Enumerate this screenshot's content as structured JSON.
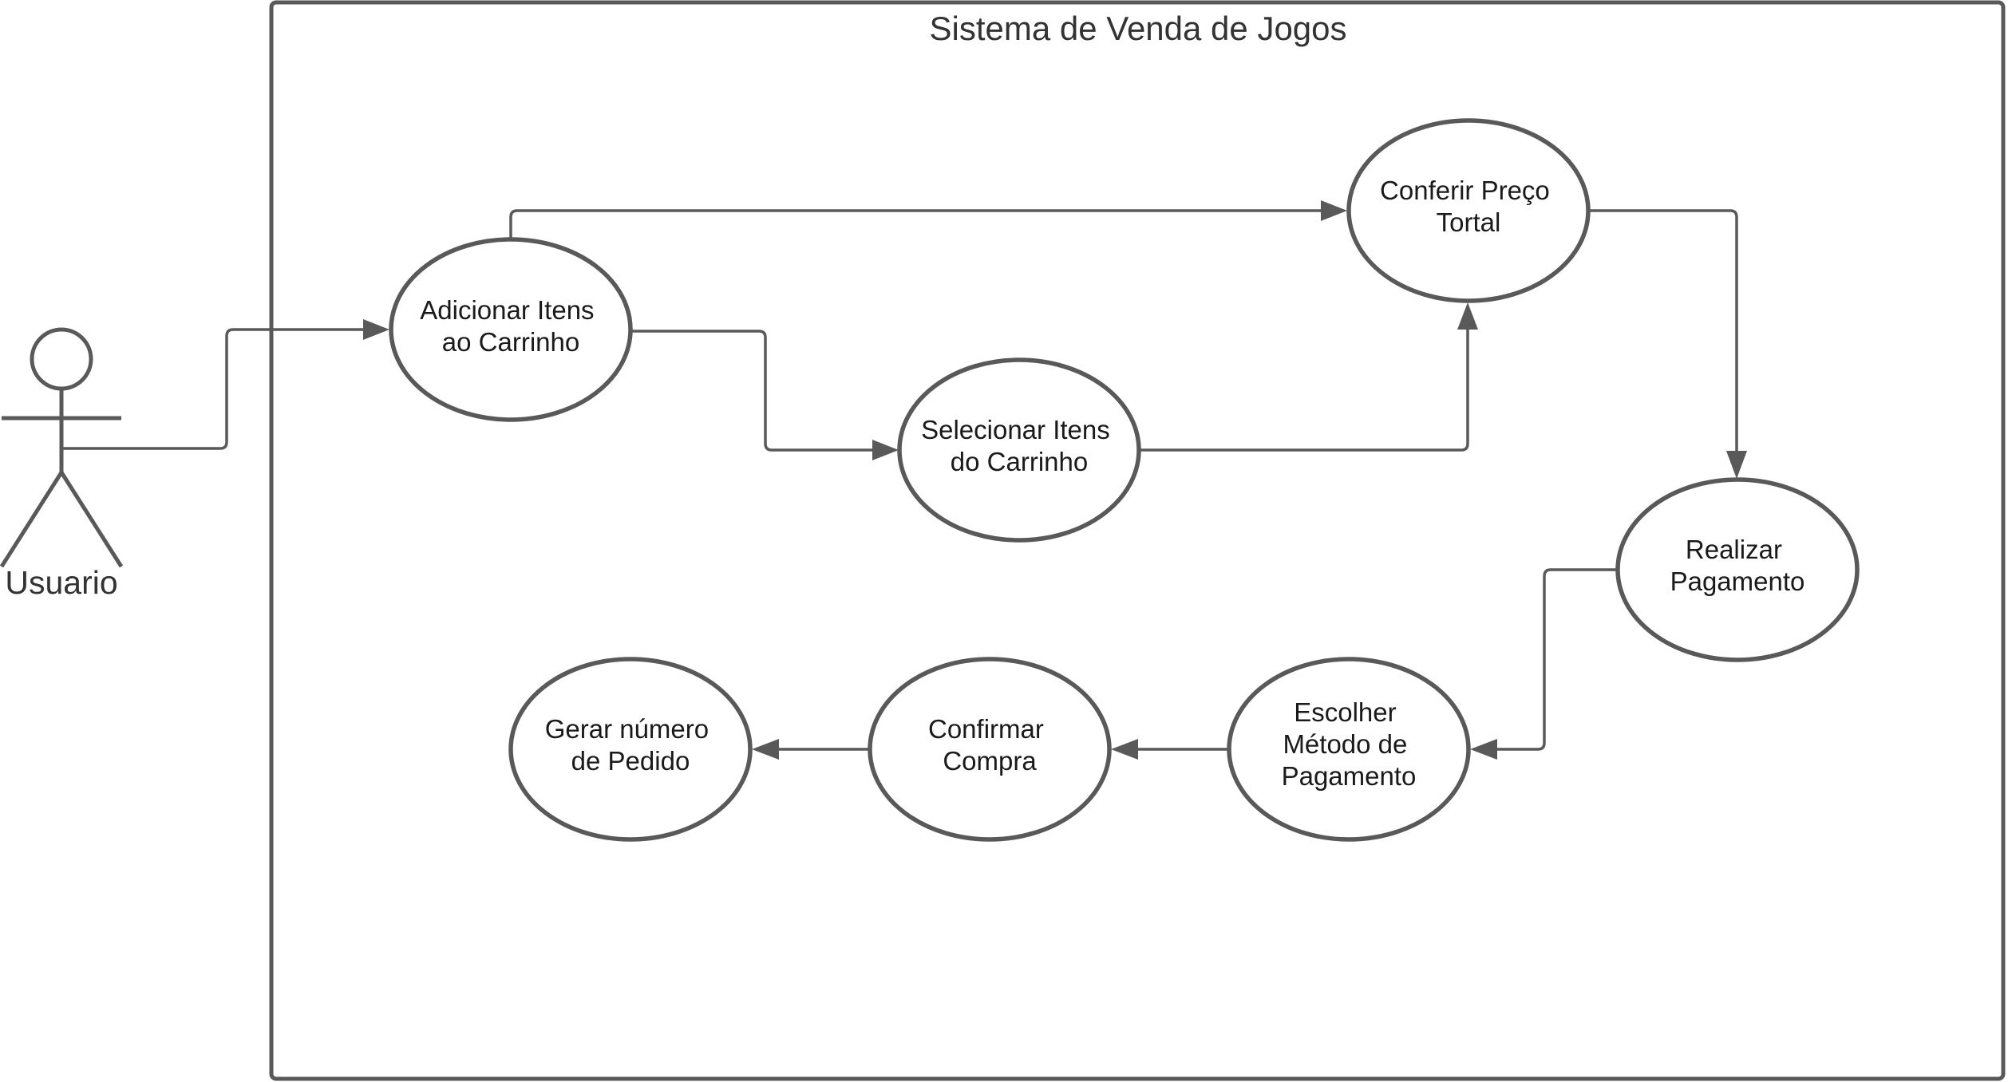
{
  "system": {
    "title": "Sistema de Venda de Jogos"
  },
  "actor": {
    "label": "Usuario"
  },
  "use_cases": {
    "adicionar": {
      "line1": "Adicionar Itens",
      "line2": "ao Carrinho"
    },
    "selecionar": {
      "line1": "Selecionar Itens",
      "line2": "do Carrinho"
    },
    "conferir": {
      "line1": "Conferir Preço",
      "line2": "Tortal"
    },
    "realizar": {
      "line1": "Realizar",
      "line2": "Pagamento"
    },
    "escolher": {
      "line1": "Escolher",
      "line2": "Método de",
      "line3": "Pagamento"
    },
    "confirmar": {
      "line1": "Confirmar",
      "line2": "Compra"
    },
    "gerar": {
      "line1": "Gerar número",
      "line2": "de Pedido"
    }
  },
  "colors": {
    "stroke": "#595959",
    "text": "#1a1a1a",
    "background": "#ffffff"
  }
}
